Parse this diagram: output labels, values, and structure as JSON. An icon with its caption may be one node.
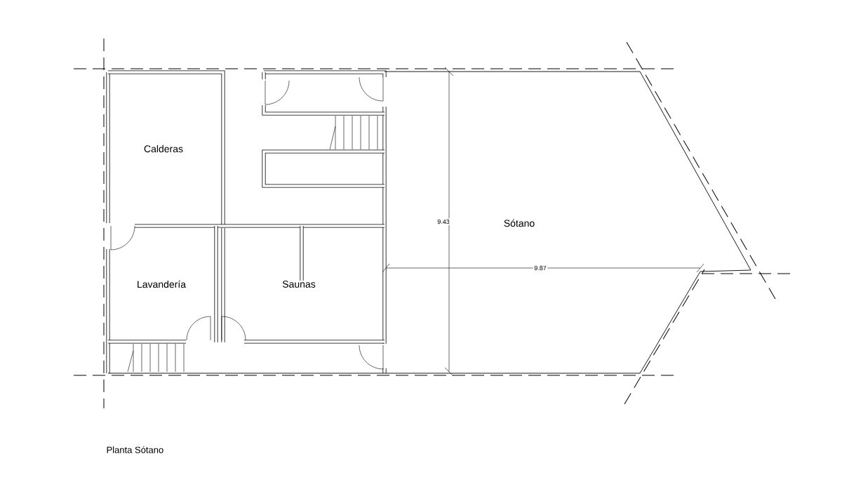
{
  "diagram": {
    "caption": "Planta Sótano",
    "nodes": [
      {
        "text": [
          "Calderas"
        ]
      },
      {
        "text": [
          "Lavandería"
        ]
      },
      {
        "text": [
          "Saunas"
        ]
      },
      {
        "text": [
          "Sótano"
        ]
      }
    ],
    "edges": [],
    "labels": [
      "9.43",
      "9.87"
    ]
  }
}
